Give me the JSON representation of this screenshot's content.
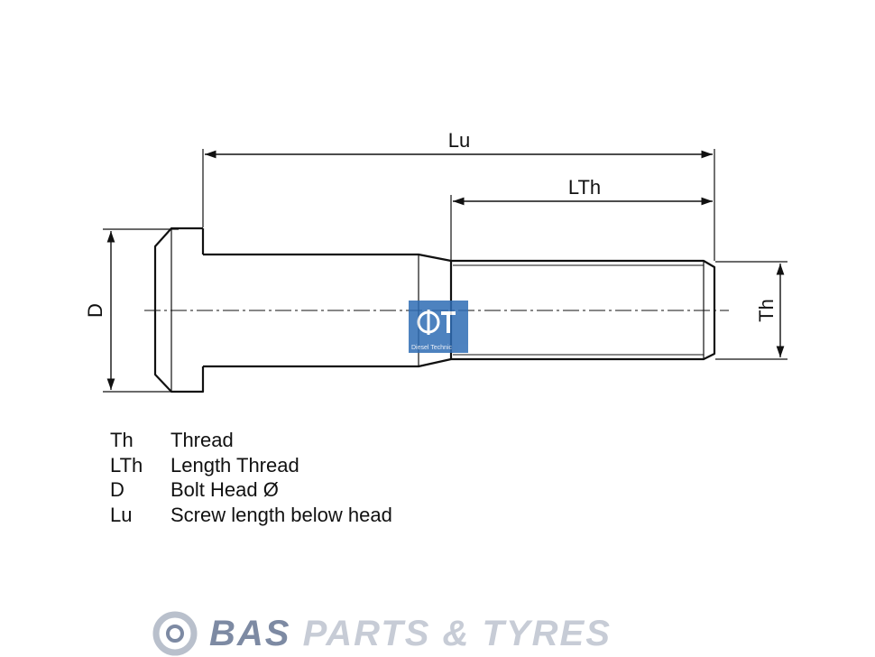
{
  "dimensions": {
    "lu": "Lu",
    "lth": "LTh",
    "d": "D",
    "th": "Th"
  },
  "legend": [
    {
      "symbol": "Th",
      "meaning": "Thread"
    },
    {
      "symbol": "LTh",
      "meaning": "Length Thread"
    },
    {
      "symbol": "D",
      "meaning": "Bolt Head Ø"
    },
    {
      "symbol": "Lu",
      "meaning": "Screw length below head"
    }
  ],
  "logo": {
    "caption": "Diesel Technic",
    "color": "#2f6db5"
  },
  "watermark": {
    "brand": "BAS",
    "rest": " PARTS & TYRES"
  }
}
